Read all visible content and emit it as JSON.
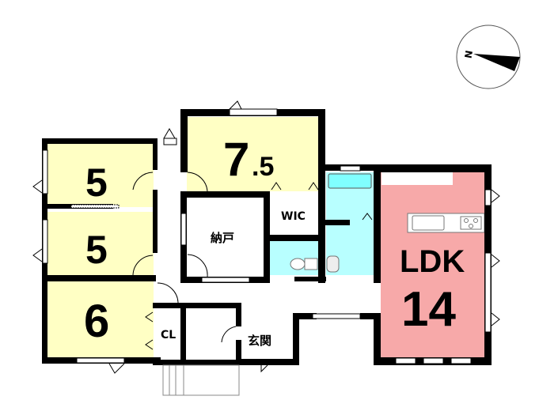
{
  "rooms": {
    "bedroom_top": {
      "label": "5"
    },
    "bedroom_middle": {
      "label": "5"
    },
    "bedroom_bottom": {
      "label": "6"
    },
    "master": {
      "label_main": "7",
      "label_decimal": ".5"
    },
    "storage": {
      "label": "納戸"
    },
    "wic": {
      "label": "WIC"
    },
    "closet": {
      "label": "CL"
    },
    "entrance": {
      "label": "玄関"
    },
    "ldk": {
      "label": "LDK",
      "size": "14"
    }
  },
  "compass": {
    "north_label": "N"
  },
  "colors": {
    "tatami_yellow": "#ffffc4",
    "water_cyan": "#b8ffff",
    "bathtub": "#80ffff",
    "ldk_pink": "#f7a9a9",
    "wall": "#000000"
  }
}
